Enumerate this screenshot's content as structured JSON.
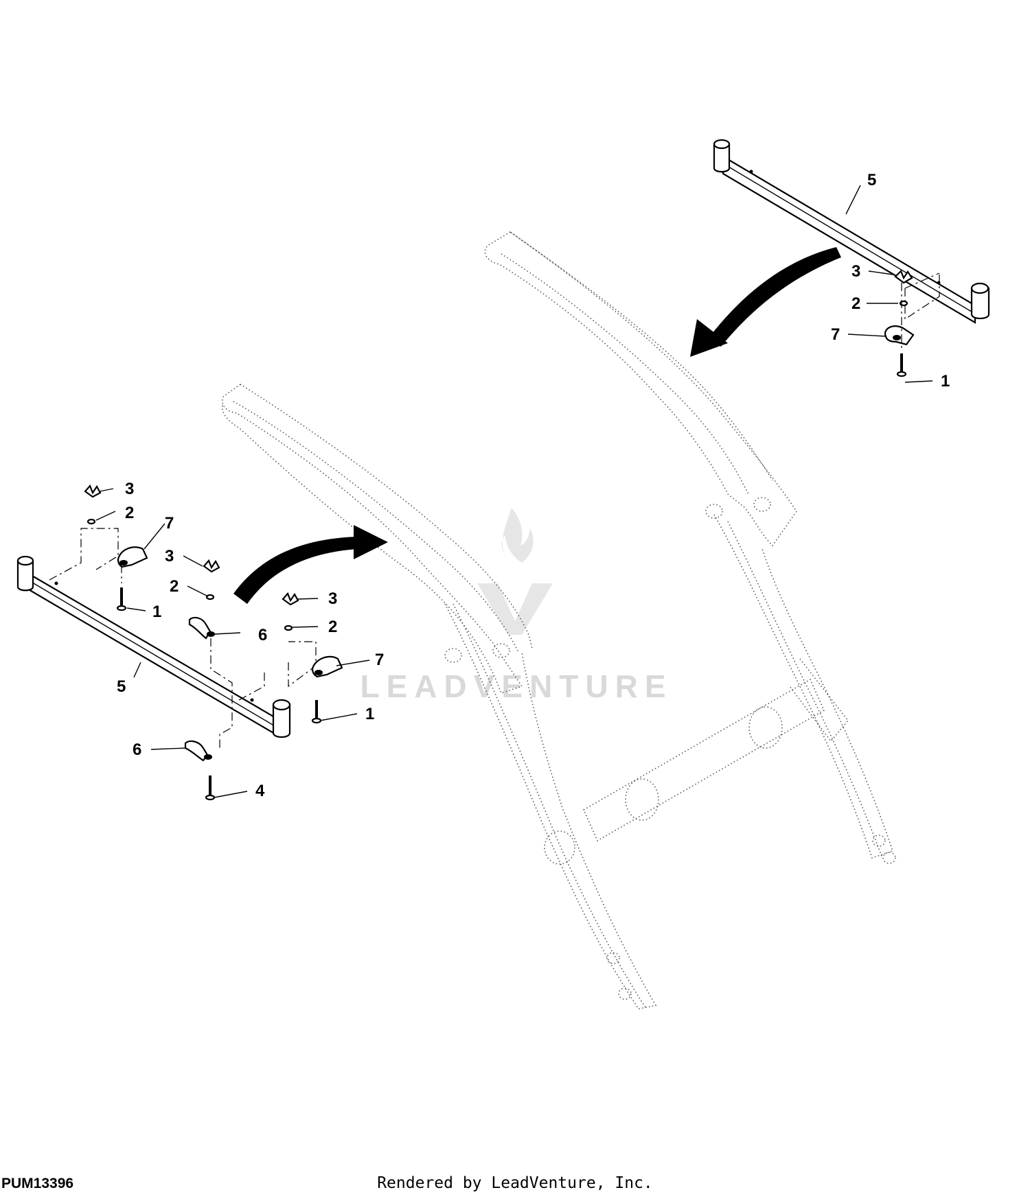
{
  "figure_id": "PUM13396",
  "footer_text": "Rendered by LeadVenture, Inc.",
  "watermark_text": "LEADVENTURE",
  "callouts": [
    {
      "id": "c5-top",
      "label": "5"
    },
    {
      "id": "c3-top",
      "label": "3"
    },
    {
      "id": "c2-top",
      "label": "2"
    },
    {
      "id": "c7-top",
      "label": "7"
    },
    {
      "id": "c1-top",
      "label": "1"
    },
    {
      "id": "c3-l1",
      "label": "3"
    },
    {
      "id": "c2-l1",
      "label": "2"
    },
    {
      "id": "c7-l1",
      "label": "7"
    },
    {
      "id": "c1-l1",
      "label": "1"
    },
    {
      "id": "c3-l2",
      "label": "3"
    },
    {
      "id": "c2-l2",
      "label": "2"
    },
    {
      "id": "c6-l1",
      "label": "6"
    },
    {
      "id": "c3-l3",
      "label": "3"
    },
    {
      "id": "c2-l3",
      "label": "2"
    },
    {
      "id": "c7-l2",
      "label": "7"
    },
    {
      "id": "c1-l2",
      "label": "1"
    },
    {
      "id": "c5-left",
      "label": "5"
    },
    {
      "id": "c6-l2",
      "label": "6"
    },
    {
      "id": "c4",
      "label": "4"
    }
  ]
}
